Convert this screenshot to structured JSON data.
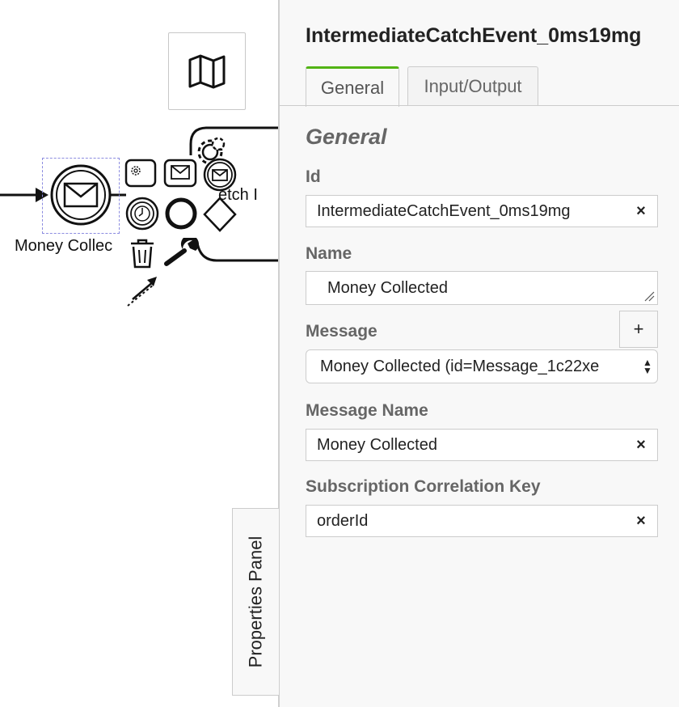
{
  "canvas": {
    "event_label": "Money Collec",
    "task_label": "etch I",
    "map_icon": "map-icon"
  },
  "context_pad": {
    "icons": [
      "service-task-icon",
      "message-task-icon",
      "message-event-icon",
      "timer-event-icon",
      "end-event-icon",
      "gateway-icon",
      "trash-icon",
      "wrench-icon",
      "connect-arrow-icon"
    ]
  },
  "panel": {
    "title": "IntermediateCatchEvent_0ms19mg",
    "tabs": [
      {
        "label": "General",
        "active": true
      },
      {
        "label": "Input/Output",
        "active": false
      }
    ],
    "section_title": "General",
    "fields": {
      "id": {
        "label": "Id",
        "value": "IntermediateCatchEvent_0ms19mg"
      },
      "name": {
        "label": "Name",
        "value": "Money Collected"
      },
      "message": {
        "label": "Message",
        "value": "Money Collected (id=Message_1c22xe",
        "add": "+"
      },
      "message_name": {
        "label": "Message Name",
        "value": "Money Collected"
      },
      "correlation": {
        "label": "Subscription Correlation Key",
        "value": "orderId"
      }
    },
    "clear_glyph": "×",
    "toggle_label": "Properties Panel"
  }
}
